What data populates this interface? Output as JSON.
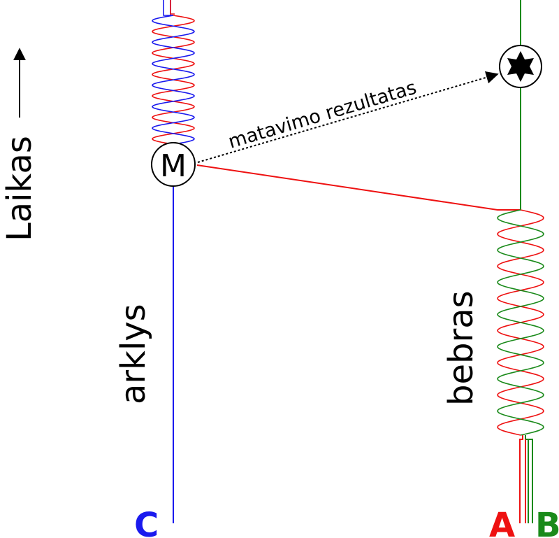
{
  "time_axis": {
    "label": "Laikas"
  },
  "particles": {
    "left_label": "arklys",
    "right_label": "bebras"
  },
  "measurement": {
    "symbol": "M",
    "arrow_label": "matavimo rezultatas"
  },
  "endpoints": {
    "A": {
      "label": "A",
      "color": "#ee1111"
    },
    "B": {
      "label": "B",
      "color": "#1a8a1a"
    },
    "C": {
      "label": "C",
      "color": "#1a1aee"
    }
  },
  "colors": {
    "red": "#ee1111",
    "green": "#1a8a1a",
    "blue": "#1a1aee"
  }
}
